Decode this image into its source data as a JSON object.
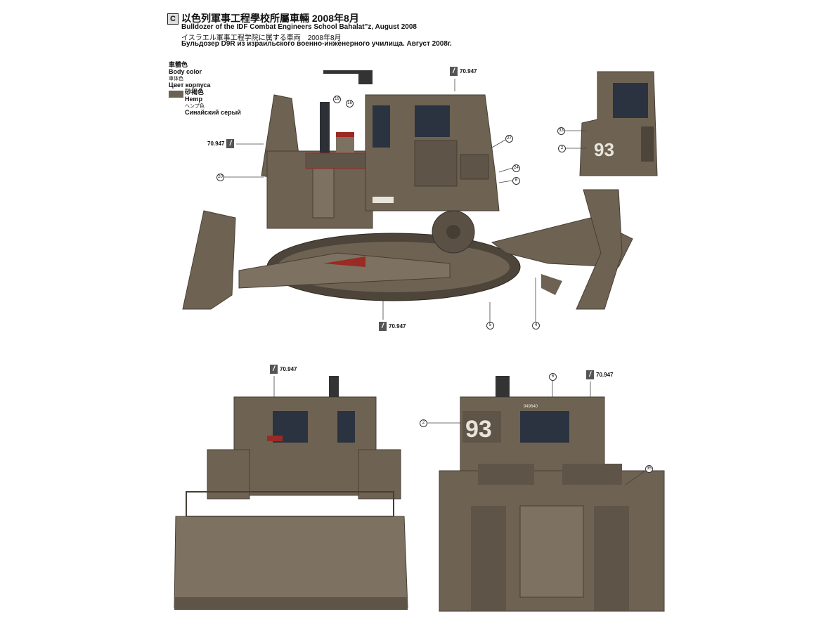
{
  "header": {
    "badge": "C",
    "title_zh": "以色列軍事工程學校所屬車輛 2008年8月",
    "title_en": "Bulldozer of the IDF Combat Engineers School Bahalat\"z, August 2008",
    "title_ja": "イスラエル軍事工程学院に属する車両　2008年8月",
    "title_ru": "Бульдозер D9R из израильского военно-инженерного училища. Август 2008г."
  },
  "legend": {
    "heading": {
      "zh": "車體色",
      "en": "Body color",
      "ja": "車体色",
      "ru": "Цвет корпуса"
    },
    "color": {
      "zh": "砂褐色",
      "en": "Hemp",
      "ja": "ヘンプ色",
      "ru": "Синайский серый",
      "hex": "#6b6154"
    }
  },
  "paint_code": "70.947",
  "paint_icon": "brush-icon",
  "callouts": [
    "19",
    "16",
    "27",
    "24",
    "6",
    "20",
    "5",
    "4",
    "33",
    "2",
    "6",
    "2",
    "35"
  ],
  "vehicle": {
    "side_number": "93",
    "plate": "949640"
  },
  "colors": {
    "body": "#6e6353",
    "dark": "#463d33",
    "window": "#2c3340",
    "accent_red": "#9a2a24"
  }
}
